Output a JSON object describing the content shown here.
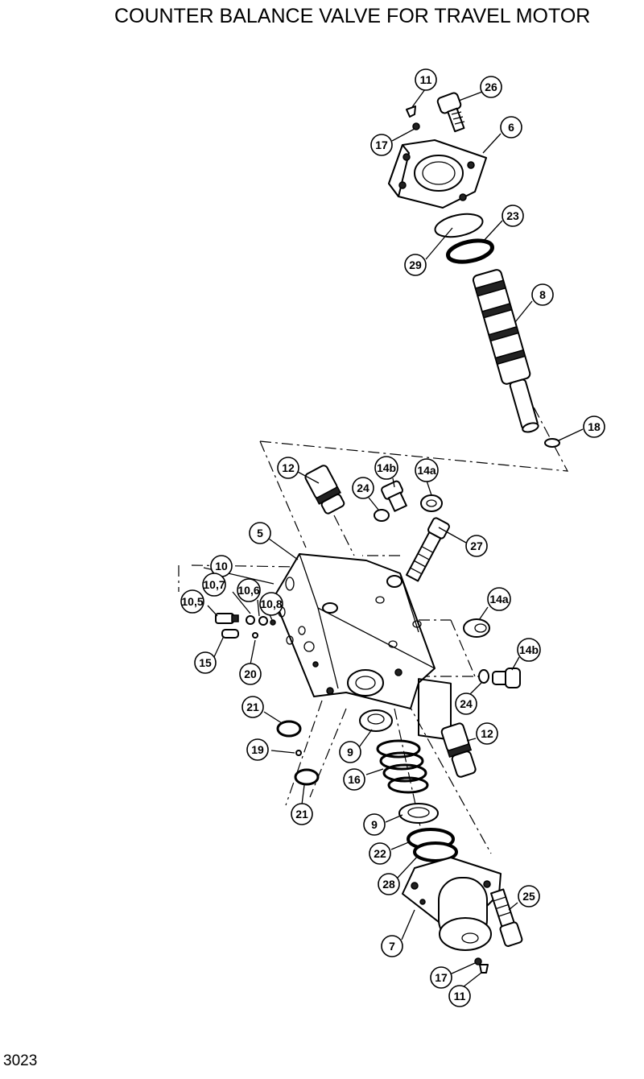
{
  "header": {
    "title": "COUNTER BALANCE VALVE FOR TRAVEL MOTOR"
  },
  "footer": {
    "code": "3023"
  },
  "callouts": {
    "c11a": "11",
    "c26": "26",
    "c17a": "17",
    "c6": "6",
    "c23": "23",
    "c29": "29",
    "c8": "8",
    "c18": "18",
    "c12a": "12",
    "c14b_a": "14b",
    "c14a_a": "14a",
    "c24a": "24",
    "c5": "5",
    "c27": "27",
    "c10": "10",
    "c10_7": "10,7",
    "c10_6": "10,6",
    "c10_5": "10,5",
    "c10_8": "10,8",
    "c15": "15",
    "c20": "20",
    "c14a_b": "14a",
    "c14b_b": "14b",
    "c24b": "24",
    "c21a": "21",
    "c12b": "12",
    "c19": "19",
    "c9a": "9",
    "c16": "16",
    "c21b": "21",
    "c9b": "9",
    "c22": "22",
    "c28": "28",
    "c25": "25",
    "c7": "7",
    "c17b": "17",
    "c11b": "11"
  }
}
